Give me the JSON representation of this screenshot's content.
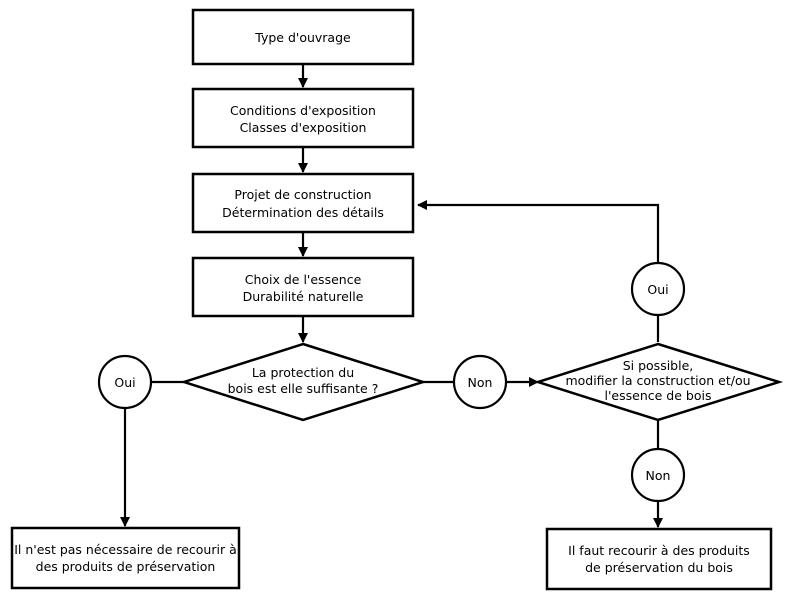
{
  "nodes": {
    "type_ouvrage": {
      "lines": [
        "Type d'ouvrage"
      ]
    },
    "conditions": {
      "lines": [
        "Conditions d'exposition",
        "Classes d'exposition"
      ]
    },
    "projet": {
      "lines": [
        "Projet de construction",
        "Détermination des détails"
      ]
    },
    "choix": {
      "lines": [
        "Choix de l'essence",
        "Durabilité naturelle"
      ]
    },
    "decision_protection": {
      "lines": [
        "La protection du",
        "bois est elle suffisante ?"
      ]
    },
    "decision_modifier": {
      "lines": [
        "Si possible,",
        "modifier la construction et/ou",
        "l'essence de bois"
      ]
    },
    "oui_left": {
      "lines": [
        "Oui"
      ]
    },
    "non_mid": {
      "lines": [
        "Non"
      ]
    },
    "oui_right": {
      "lines": [
        "Oui"
      ]
    },
    "non_right": {
      "lines": [
        "Non"
      ]
    },
    "result_no": {
      "lines": [
        "Il n'est pas nécessaire de recourir à",
        "des produits de préservation"
      ]
    },
    "result_yes": {
      "lines": [
        "Il faut recourir à des produits",
        "de préservation du bois"
      ]
    }
  }
}
